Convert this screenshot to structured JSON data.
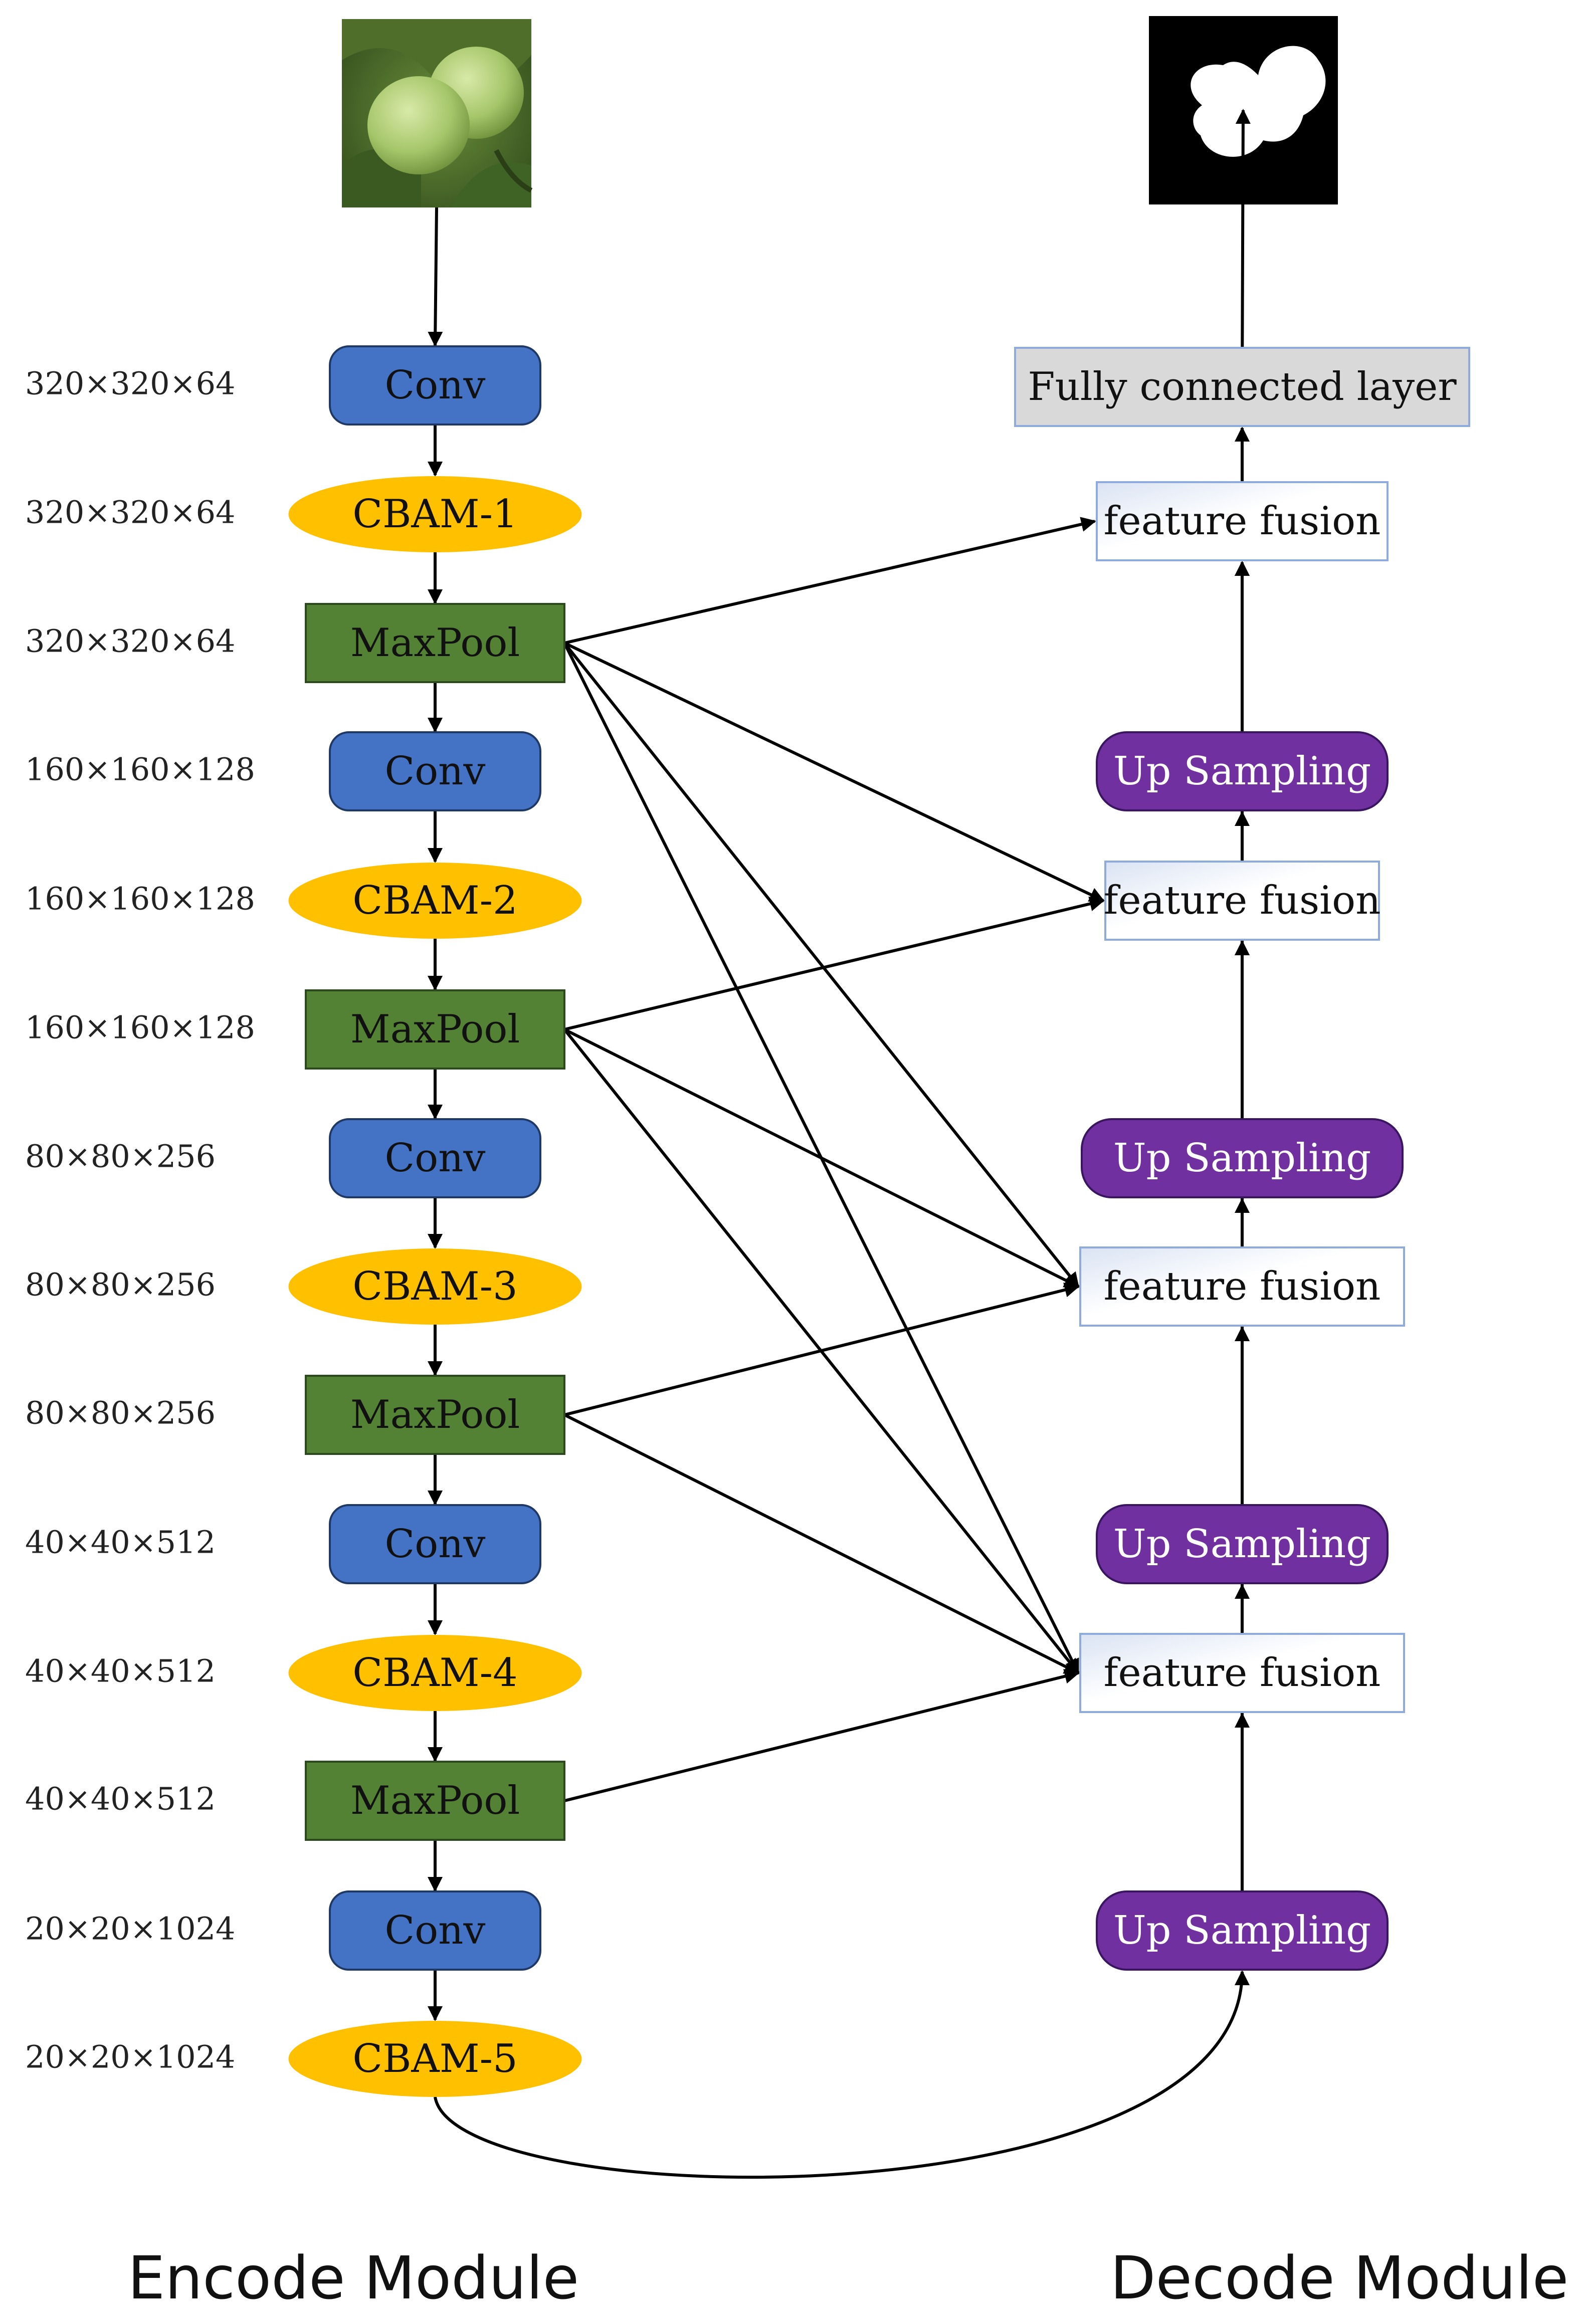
{
  "encoder": {
    "nodes": [
      {
        "id": "conv1",
        "kind": "conv",
        "label": "Conv",
        "dims": "320×320×64"
      },
      {
        "id": "cbam1",
        "kind": "cbam",
        "label": "CBAM-1",
        "dims": "320×320×64"
      },
      {
        "id": "pool1",
        "kind": "maxpool",
        "label": "MaxPool",
        "dims": "320×320×64"
      },
      {
        "id": "conv2",
        "kind": "conv",
        "label": "Conv",
        "dims": "160×160×128"
      },
      {
        "id": "cbam2",
        "kind": "cbam",
        "label": "CBAM-2",
        "dims": "160×160×128"
      },
      {
        "id": "pool2",
        "kind": "maxpool",
        "label": "MaxPool",
        "dims": "160×160×128"
      },
      {
        "id": "conv3",
        "kind": "conv",
        "label": "Conv",
        "dims": "80×80×256"
      },
      {
        "id": "cbam3",
        "kind": "cbam",
        "label": "CBAM-3",
        "dims": "80×80×256"
      },
      {
        "id": "pool3",
        "kind": "maxpool",
        "label": "MaxPool",
        "dims": "80×80×256"
      },
      {
        "id": "conv4",
        "kind": "conv",
        "label": "Conv",
        "dims": "40×40×512"
      },
      {
        "id": "cbam4",
        "kind": "cbam",
        "label": "CBAM-4",
        "dims": "40×40×512"
      },
      {
        "id": "pool4",
        "kind": "maxpool",
        "label": "MaxPool",
        "dims": "40×40×512"
      },
      {
        "id": "conv5",
        "kind": "conv",
        "label": "Conv",
        "dims": "20×20×1024"
      },
      {
        "id": "cbam5",
        "kind": "cbam",
        "label": "CBAM-5",
        "dims": "20×20×1024"
      }
    ]
  },
  "decoder": {
    "nodes": [
      {
        "id": "fc",
        "kind": "fc",
        "label": "Fully connected layer"
      },
      {
        "id": "ff1",
        "kind": "fusion",
        "label": "feature fusion"
      },
      {
        "id": "up1",
        "kind": "upsampling",
        "label": "Up Sampling"
      },
      {
        "id": "ff2",
        "kind": "fusion",
        "label": "feature fusion"
      },
      {
        "id": "up2",
        "kind": "upsampling",
        "label": "Up Sampling"
      },
      {
        "id": "ff3",
        "kind": "fusion",
        "label": "feature fusion"
      },
      {
        "id": "up3",
        "kind": "upsampling",
        "label": "Up Sampling"
      },
      {
        "id": "ff4",
        "kind": "fusion",
        "label": "feature fusion"
      },
      {
        "id": "up4",
        "kind": "upsampling",
        "label": "Up Sampling"
      }
    ]
  },
  "modules": {
    "encode_label": "Encode Module",
    "decode_label": "Decode Module"
  },
  "images": {
    "input": "input walnut photo",
    "output": "segmentation mask"
  },
  "edges": [
    {
      "from": "input",
      "to": "conv1"
    },
    {
      "from": "conv1",
      "to": "cbam1"
    },
    {
      "from": "cbam1",
      "to": "pool1"
    },
    {
      "from": "pool1",
      "to": "conv2"
    },
    {
      "from": "conv2",
      "to": "cbam2"
    },
    {
      "from": "cbam2",
      "to": "pool2"
    },
    {
      "from": "pool2",
      "to": "conv3"
    },
    {
      "from": "conv3",
      "to": "cbam3"
    },
    {
      "from": "cbam3",
      "to": "pool3"
    },
    {
      "from": "pool3",
      "to": "conv4"
    },
    {
      "from": "conv4",
      "to": "cbam4"
    },
    {
      "from": "cbam4",
      "to": "pool4"
    },
    {
      "from": "pool4",
      "to": "conv5"
    },
    {
      "from": "conv5",
      "to": "cbam5"
    },
    {
      "from": "cbam5",
      "to": "up4"
    },
    {
      "from": "up4",
      "to": "ff4"
    },
    {
      "from": "ff4",
      "to": "up3"
    },
    {
      "from": "up3",
      "to": "ff3"
    },
    {
      "from": "ff3",
      "to": "up2"
    },
    {
      "from": "up2",
      "to": "ff2"
    },
    {
      "from": "ff2",
      "to": "up1"
    },
    {
      "from": "up1",
      "to": "ff1"
    },
    {
      "from": "ff1",
      "to": "fc"
    },
    {
      "from": "fc",
      "to": "output"
    },
    {
      "from": "pool1",
      "to": "ff1"
    },
    {
      "from": "pool1",
      "to": "ff2"
    },
    {
      "from": "pool1",
      "to": "ff3"
    },
    {
      "from": "pool1",
      "to": "ff4"
    },
    {
      "from": "pool2",
      "to": "ff2"
    },
    {
      "from": "pool2",
      "to": "ff3"
    },
    {
      "from": "pool2",
      "to": "ff4"
    },
    {
      "from": "pool3",
      "to": "ff3"
    },
    {
      "from": "pool3",
      "to": "ff4"
    },
    {
      "from": "pool4",
      "to": "ff4"
    },
    {
      "from": "up2",
      "to": "ff1"
    },
    {
      "from": "up3",
      "to": "ff1"
    },
    {
      "from": "up4",
      "to": "ff1"
    },
    {
      "from": "up3",
      "to": "ff2"
    },
    {
      "from": "up4",
      "to": "ff2"
    },
    {
      "from": "up4",
      "to": "ff3"
    }
  ],
  "colors": {
    "conv": "#4472C4",
    "cbam": "#FFC000",
    "maxpool": "#548235",
    "upsampling": "#7030A0",
    "fc_fill": "#D9D9D9",
    "fusion_border": "#8FAADC"
  }
}
